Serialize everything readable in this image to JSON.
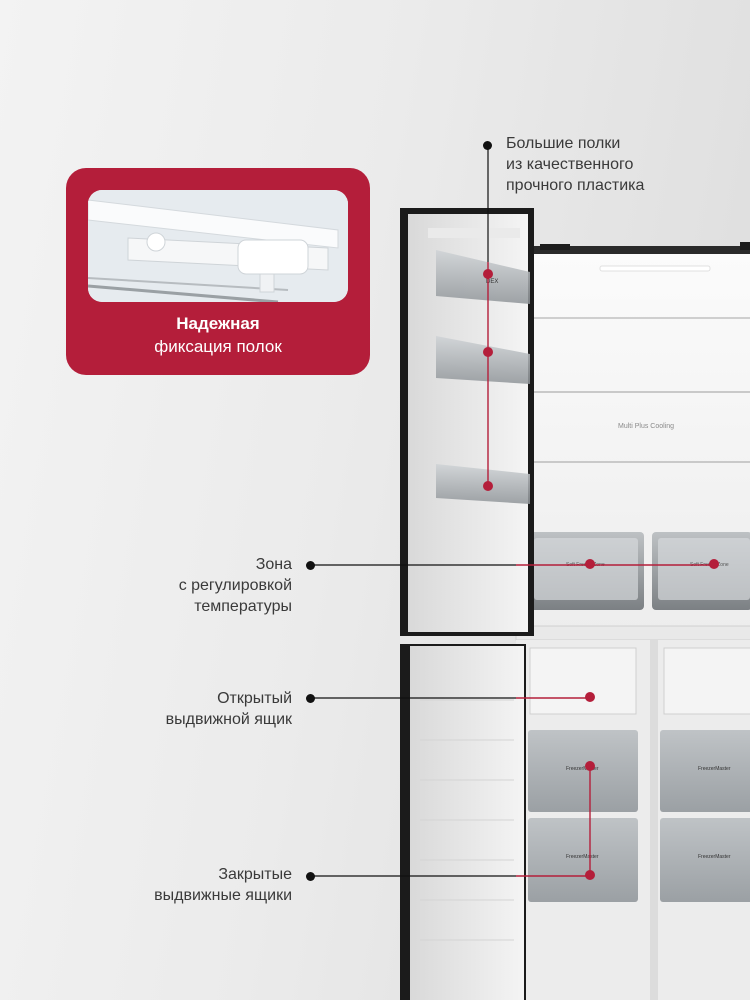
{
  "badge": {
    "title": "Надежная",
    "subtitle": "фиксация полок"
  },
  "callouts": {
    "shelves": [
      "Большие полки",
      "из качественного",
      "прочного пластика"
    ],
    "zone": [
      "Зона",
      "с регулировкой",
      "температуры"
    ],
    "open_drawer": [
      "Открытый",
      "выдвижной ящик"
    ],
    "closed_drawers": [
      "Закрытые",
      "выдвижные ящики"
    ]
  },
  "fridge_labels": {
    "cooling": "Multi Plus Cooling",
    "fresh_zone": "Soft Freeze Zone",
    "freezer_label": "FreezerMaster",
    "door_brand": "DEX"
  },
  "colors": {
    "accent": "#b41e3a",
    "marker": "#b41e3a",
    "pointer": "#111111",
    "fridge_body": "#1b1b1b"
  }
}
